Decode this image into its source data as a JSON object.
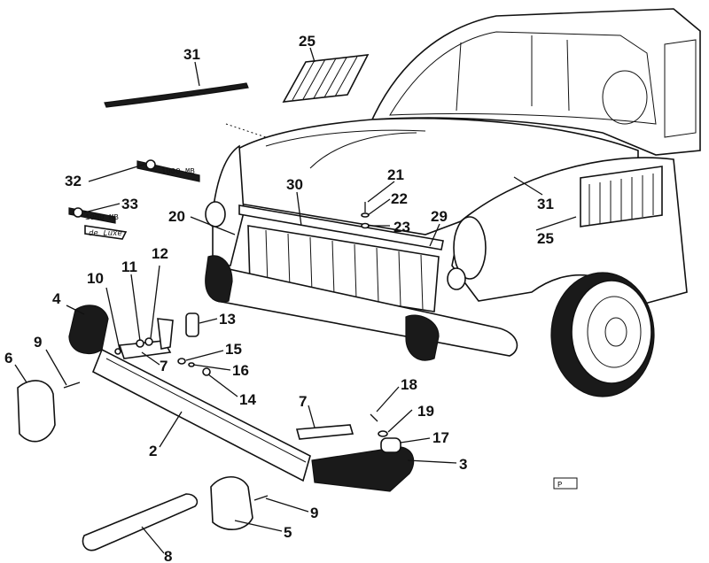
{
  "callouts": [
    "31",
    "25",
    "32",
    "33",
    "20",
    "30",
    "21",
    "22",
    "23",
    "29",
    "31",
    "25",
    "4",
    "10",
    "11",
    "12",
    "13",
    "15",
    "16",
    "14",
    "9",
    "6",
    "7",
    "18",
    "19",
    "17",
    "7",
    "2",
    "3",
    "9",
    "5",
    "8"
  ],
  "badges": {
    "badge_32": "1000 MB",
    "badge_33_top": "1000 MB",
    "badge_33_script": "de Luxe"
  },
  "stamp": "P"
}
